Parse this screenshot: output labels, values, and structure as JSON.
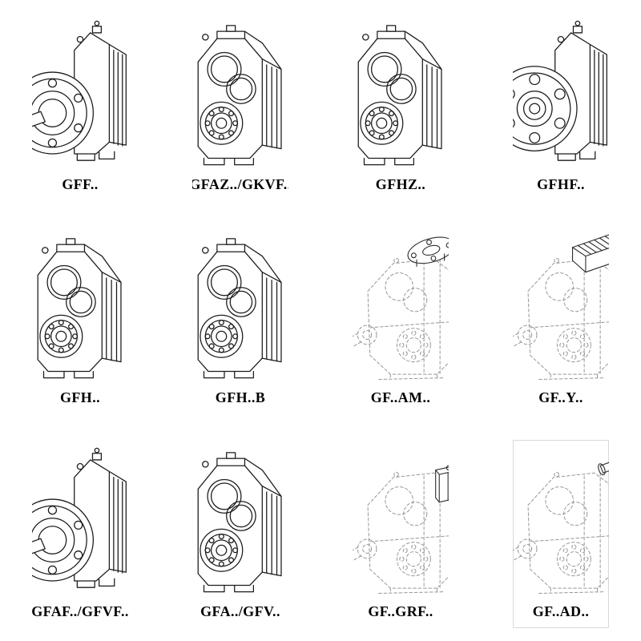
{
  "page": {
    "background": "#ffffff",
    "grid_rows": 3,
    "grid_cols": 4
  },
  "colors": {
    "solid_line": "#1c1c1c",
    "dashed_line": "#979797",
    "attachment_line": "#2b2b2b",
    "label_text": "#000000"
  },
  "cells": [
    {
      "label": "GFF..",
      "drawing": "gearbox-output-flange-with-shaft-icon"
    },
    {
      "label": "GFAZ../GKVF..",
      "drawing": "gearbox-hollow-shaft-front-icon"
    },
    {
      "label": "GFHZ..",
      "drawing": "gearbox-hollow-shaft-front-icon"
    },
    {
      "label": "GFHF..",
      "drawing": "gearbox-large-output-flange-icon"
    },
    {
      "label": "GFH..",
      "drawing": "gearbox-hollow-shaft-front-icon"
    },
    {
      "label": "GFH..B",
      "drawing": "gearbox-hollow-shaft-front-icon"
    },
    {
      "label": "GF..AM..",
      "drawing": "dashed-gearbox-with-motor-adapter-flange-icon"
    },
    {
      "label": "GF..Y..",
      "drawing": "dashed-gearbox-with-mounted-motor-icon"
    },
    {
      "label": "GFAF../GFVF..",
      "drawing": "gearbox-output-flange-with-shaft-icon"
    },
    {
      "label": "GFA../GFV..",
      "drawing": "gearbox-hollow-shaft-front-icon"
    },
    {
      "label": "GF..GRF..",
      "drawing": "dashed-gearbox-with-input-adapter-box-icon"
    },
    {
      "label": "GF..AD..",
      "drawing": "dashed-gearbox-with-input-shaft-icon"
    }
  ]
}
